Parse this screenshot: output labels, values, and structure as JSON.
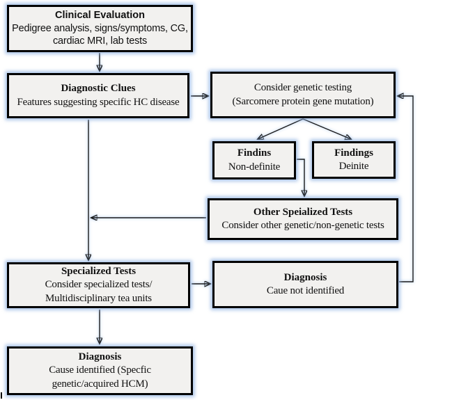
{
  "diagram": {
    "type": "flowchart",
    "topic": "HCM diagnostic work-up flowchart",
    "colors": {
      "background": "#ffffff",
      "box_fill": "#f2f1ef",
      "box_border": "#000000",
      "glow": "#89addf",
      "line": "#1a1a1a"
    }
  },
  "nodes": [
    {
      "id": "clinical-evaluation",
      "title": "Clinical Evaluation",
      "lines": [
        "Pedigree analysis, signs/symptoms, CG,",
        "cardiac MRI, lab tests"
      ]
    },
    {
      "id": "diagnostic-clues",
      "title": "Diagnostic Clues",
      "lines": [
        "Features suggesting specific HC disease"
      ]
    },
    {
      "id": "consider-genetic-testing",
      "title": "",
      "lines": [
        "Consider genetic testing",
        "(Sarcomere protein gene mutation)"
      ]
    },
    {
      "id": "findings-non-definite",
      "title": "Findins",
      "lines": [
        "Non-definite"
      ]
    },
    {
      "id": "findings-definite",
      "title": "Findings",
      "lines": [
        "Deinite"
      ]
    },
    {
      "id": "other-specialized-tests",
      "title": "Other Speialized Tests",
      "lines": [
        "Consider other genetic/non-genetic tests"
      ]
    },
    {
      "id": "specialized-tests",
      "title": "Specialized Tests",
      "lines": [
        "Consider specialized tests/",
        "Multidisciplinary tea units"
      ]
    },
    {
      "id": "diagnosis-cause-not-identified",
      "title": "Diagnosis",
      "lines": [
        "Caue not identified"
      ]
    },
    {
      "id": "diagnosis-cause-identified",
      "title": "Diagnosis",
      "lines": [
        "Cause identified (Specfic",
        "genetic/acquired HCM)"
      ]
    }
  ],
  "connections": [
    {
      "from": "clinical-evaluation",
      "to": "diagnostic-clues"
    },
    {
      "from": "diagnostic-clues",
      "to": "consider-genetic-testing"
    },
    {
      "from": "diagnostic-clues",
      "to": "specialized-tests"
    },
    {
      "from": "consider-genetic-testing",
      "to": "findings-non-definite"
    },
    {
      "from": "consider-genetic-testing",
      "to": "findings-definite"
    },
    {
      "from": "findings-non-definite",
      "to": "other-specialized-tests"
    },
    {
      "from": "other-specialized-tests",
      "to": "specialized-tests"
    },
    {
      "from": "specialized-tests",
      "to": "diagnosis-cause-not-identified"
    },
    {
      "from": "specialized-tests",
      "to": "diagnosis-cause-identified"
    },
    {
      "from": "diagnosis-cause-not-identified",
      "to": "consider-genetic-testing"
    }
  ]
}
